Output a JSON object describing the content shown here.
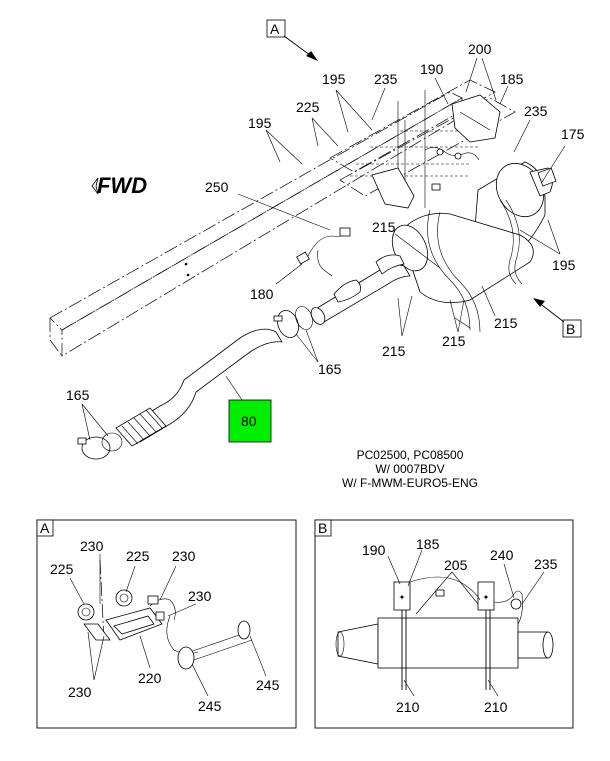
{
  "diagram": {
    "view_a_marker": "A",
    "view_b_marker": "B",
    "fwd_label": "FWD",
    "main_callouts": {
      "c200": "200",
      "c190": "190",
      "c185": "185",
      "c195_top": "195",
      "c235_top": "235",
      "c225": "225",
      "c195_left": "195",
      "c235_right": "235",
      "c175": "175",
      "c250": "250",
      "c215_mid": "215",
      "c195_right": "195",
      "c180": "180",
      "c215_right": "215",
      "c215_bottom_left": "215",
      "c215_bottom_mid": "215",
      "c165_mid": "165",
      "c165_left": "165",
      "c80": "80"
    },
    "notes": [
      "PC02500, PC08500",
      "W/ 0007BDV",
      "W/ F-MWM-EURO5-ENG"
    ],
    "highlight_color": "#00ee00",
    "detail_a": {
      "title": "A",
      "callouts": {
        "a230_top": "230",
        "a225_right": "225",
        "a230_right": "230",
        "a225_left": "225",
        "a230_mid": "230",
        "a230_bottom": "230",
        "a220": "220",
        "a245_left": "245",
        "a245_right": "245"
      }
    },
    "detail_b": {
      "title": "B",
      "callouts": {
        "b190": "190",
        "b185": "185",
        "b205": "205",
        "b240": "240",
        "b235": "235",
        "b210_left": "210",
        "b210_right": "210"
      }
    }
  }
}
